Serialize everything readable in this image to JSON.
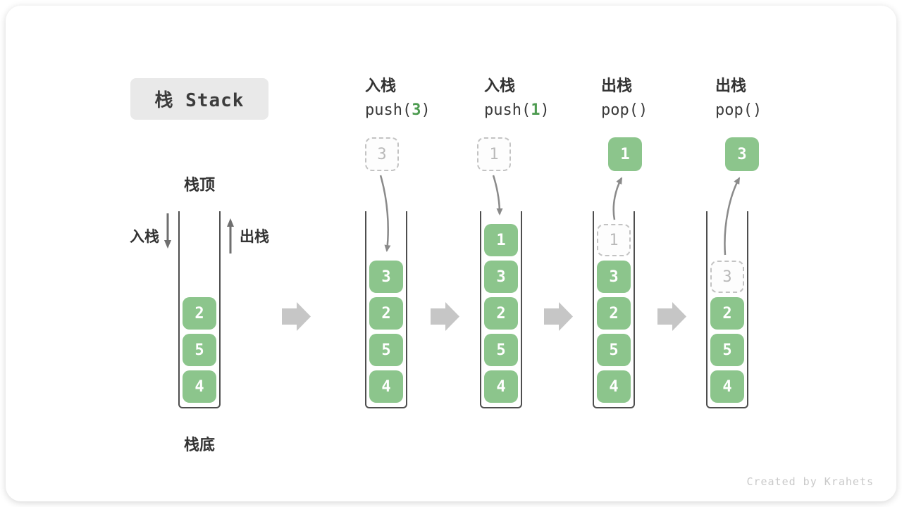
{
  "title": {
    "label": "栈 Stack"
  },
  "stack_labels": {
    "top": "栈顶",
    "bottom": "栈底",
    "push_arrow": "入栈",
    "pop_arrow": "出栈"
  },
  "initial_stack": {
    "values": [
      "2",
      "5",
      "4"
    ]
  },
  "steps": [
    {
      "op": "入栈",
      "code_pre": "push(",
      "code_arg": "3",
      "code_post": ")",
      "floating_value": "3",
      "floating_variant": "dashed",
      "arrow_direction": "down",
      "cells": [
        {
          "value": "3",
          "variant": "solid"
        },
        {
          "value": "2",
          "variant": "solid"
        },
        {
          "value": "5",
          "variant": "solid"
        },
        {
          "value": "4",
          "variant": "solid"
        }
      ]
    },
    {
      "op": "入栈",
      "code_pre": "push(",
      "code_arg": "1",
      "code_post": ")",
      "floating_value": "1",
      "floating_variant": "dashed",
      "arrow_direction": "down",
      "cells": [
        {
          "value": "1",
          "variant": "solid"
        },
        {
          "value": "3",
          "variant": "solid"
        },
        {
          "value": "2",
          "variant": "solid"
        },
        {
          "value": "5",
          "variant": "solid"
        },
        {
          "value": "4",
          "variant": "solid"
        }
      ]
    },
    {
      "op": "出栈",
      "code_pre": "pop()",
      "code_arg": "",
      "code_post": "",
      "floating_value": "1",
      "floating_variant": "solid",
      "arrow_direction": "up",
      "cells": [
        {
          "value": "1",
          "variant": "dashed"
        },
        {
          "value": "3",
          "variant": "solid"
        },
        {
          "value": "2",
          "variant": "solid"
        },
        {
          "value": "5",
          "variant": "solid"
        },
        {
          "value": "4",
          "variant": "solid"
        }
      ]
    },
    {
      "op": "出栈",
      "code_pre": "pop()",
      "code_arg": "",
      "code_post": "",
      "floating_value": "3",
      "floating_variant": "solid",
      "arrow_direction": "up",
      "cells": [
        {
          "value": "3",
          "variant": "dashed"
        },
        {
          "value": "2",
          "variant": "solid"
        },
        {
          "value": "5",
          "variant": "solid"
        },
        {
          "value": "4",
          "variant": "solid"
        }
      ]
    }
  ],
  "watermark": "Created by Krahets",
  "colors": {
    "cell_green": "#8cc58c",
    "code_arg_green": "#4d9b50",
    "ghost_border_gray": "#c3c3c3",
    "curve_arrow_gray": "#8a8a8a",
    "straight_arrow_gray": "#6f6f6f",
    "block_arrow_gray": "#c6c6c6",
    "stack_wall_gray": "#4e4e4e",
    "title_bg": "#e9e9e9"
  }
}
